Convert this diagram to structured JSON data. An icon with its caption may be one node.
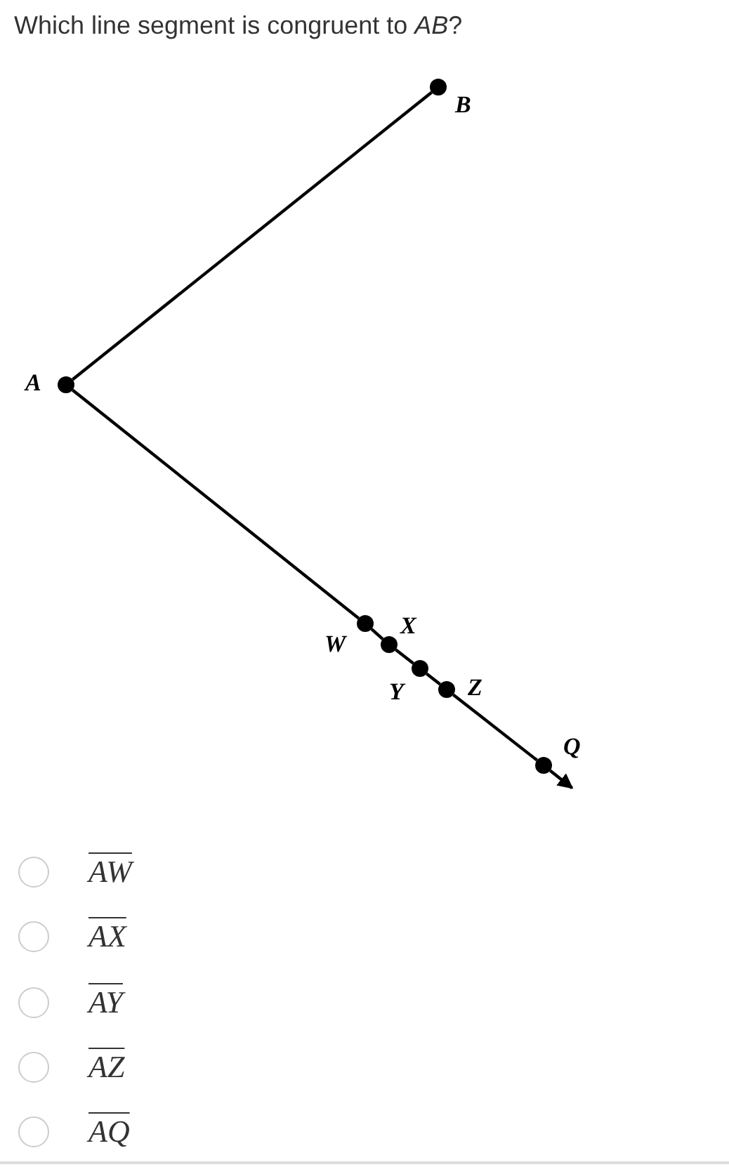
{
  "diagram": {
    "title": "Which line segment is congruent to *AB*?",
    "nodes": [
      {
        "text": [
          "A"
        ]
      },
      {
        "text": [
          "B"
        ]
      },
      {
        "text": [
          "W"
        ]
      },
      {
        "text": [
          "X"
        ]
      },
      {
        "text": [
          "Y"
        ]
      },
      {
        "text": [
          "Z"
        ]
      },
      {
        "text": [
          "Q"
        ]
      }
    ],
    "edges": [
      {
        "from": 0,
        "to": 1,
        "arrow": "none"
      },
      {
        "from": 0,
        "to": 2,
        "arrow": "none"
      },
      {
        "from": 2,
        "to": 3,
        "arrow": "none"
      },
      {
        "from": 3,
        "to": 4,
        "arrow": "none"
      },
      {
        "from": 4,
        "to": 5,
        "arrow": "none"
      },
      {
        "from": 5,
        "to": 6,
        "arrow": "none"
      },
      {
        "from": 6,
        "to": null,
        "arrow": "to"
      }
    ],
    "labels": [
      "AW",
      "AX",
      "AY",
      "AZ",
      "AQ"
    ]
  }
}
